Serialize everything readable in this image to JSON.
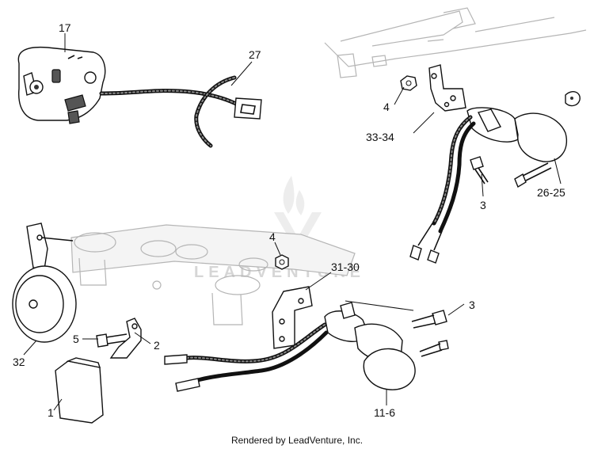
{
  "footer": "Rendered by LeadVenture, Inc.",
  "watermark": {
    "text": "LEADVENTURE"
  },
  "callouts": {
    "c17": "17",
    "c27": "27",
    "c4a": "4",
    "c3334": "33-34",
    "c3a": "3",
    "c2625": "26-25",
    "c4b": "4",
    "c3130": "31-30",
    "c3b": "3",
    "c5": "5",
    "c2": "2",
    "c32": "32",
    "c1": "1",
    "c116": "11-6"
  }
}
